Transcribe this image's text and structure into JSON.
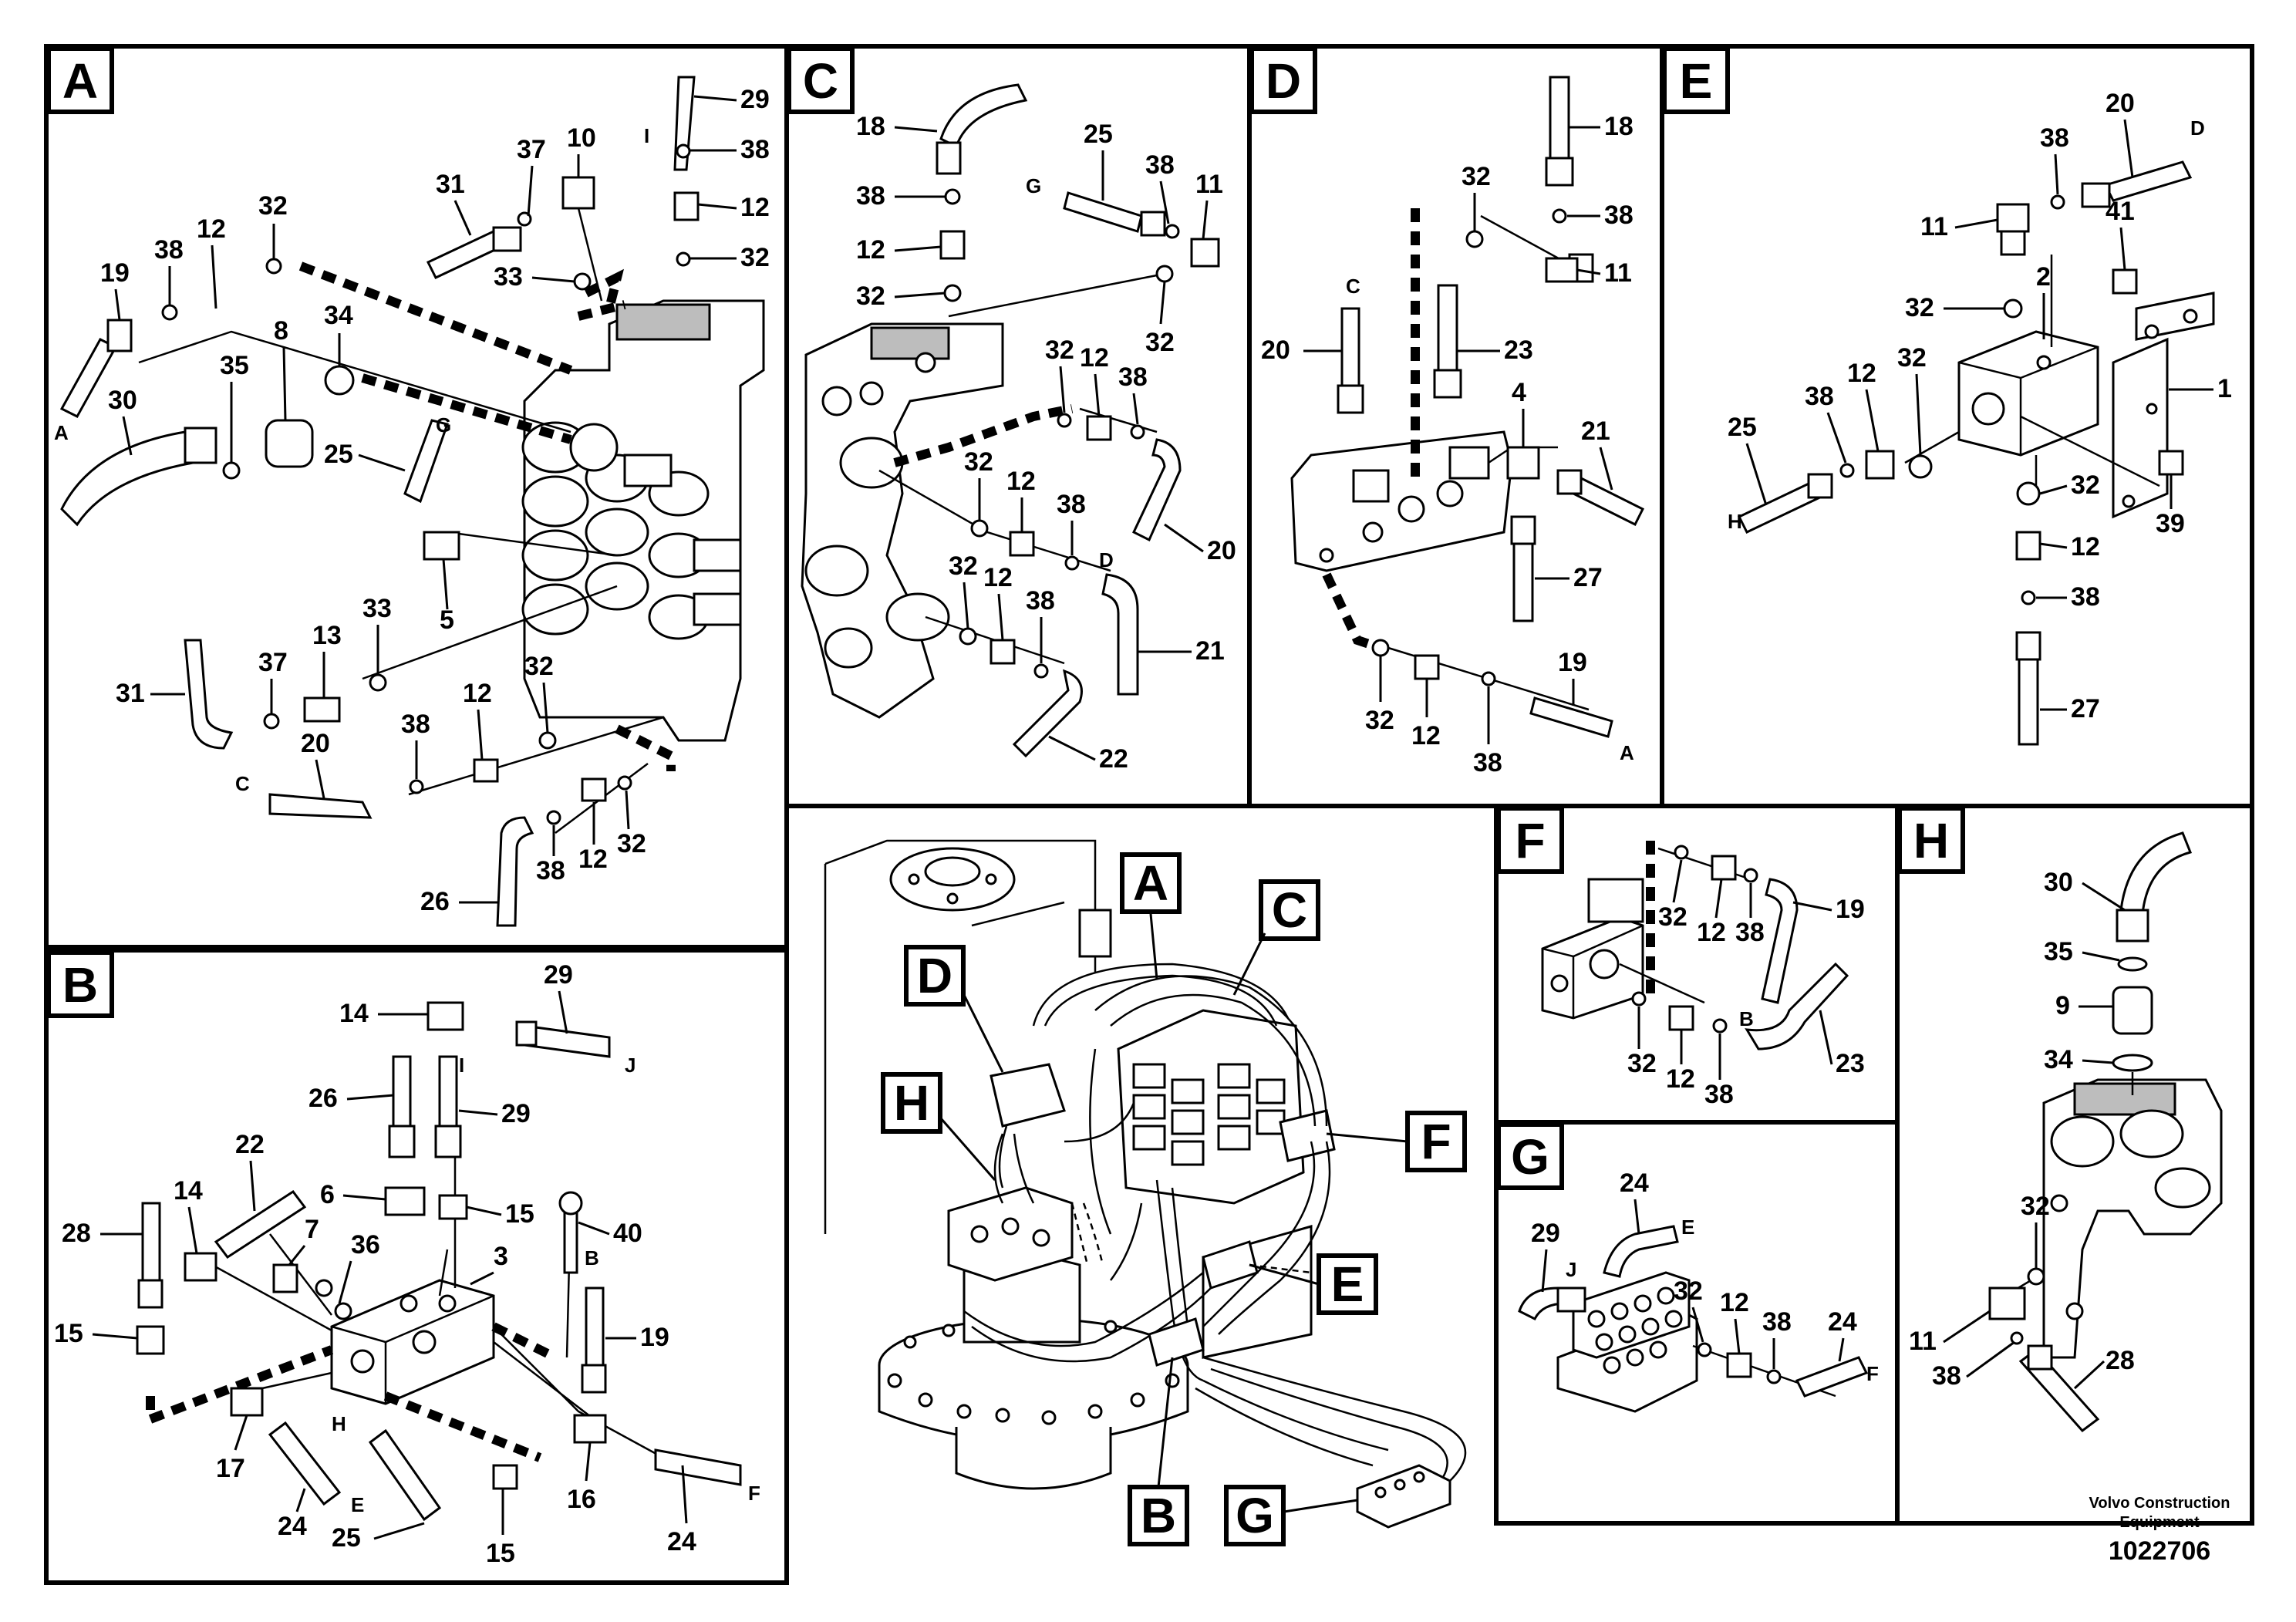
{
  "diagram": {
    "credit": {
      "line1": "Volvo Construction",
      "line2": "Equipment",
      "doc_number": "1022706"
    },
    "detail_tags": {
      "A": "A",
      "B": "B",
      "C": "C",
      "D": "D",
      "E": "E",
      "F": "F",
      "G": "G",
      "H": "H"
    },
    "overview_tags": [
      "A",
      "B",
      "C",
      "D",
      "E",
      "F",
      "G",
      "H"
    ],
    "callouts": {
      "A": [
        {
          "label": "29"
        },
        {
          "label": "38"
        },
        {
          "label": "12"
        },
        {
          "label": "32"
        },
        {
          "label": "37"
        },
        {
          "label": "10"
        },
        {
          "label": "31"
        },
        {
          "label": "33"
        },
        {
          "label": "12"
        },
        {
          "label": "32"
        },
        {
          "label": "19"
        },
        {
          "label": "38"
        },
        {
          "label": "30"
        },
        {
          "label": "35"
        },
        {
          "label": "8"
        },
        {
          "label": "34"
        },
        {
          "label": "25"
        },
        {
          "label": "5"
        },
        {
          "label": "31"
        },
        {
          "label": "37"
        },
        {
          "label": "13"
        },
        {
          "label": "33"
        },
        {
          "label": "20"
        },
        {
          "label": "38"
        },
        {
          "label": "12"
        },
        {
          "label": "32"
        },
        {
          "label": "26"
        },
        {
          "label": "38"
        },
        {
          "label": "12"
        },
        {
          "label": "32"
        }
      ],
      "A_letters": [
        "I",
        "A",
        "G",
        "C"
      ],
      "B": [
        {
          "label": "29"
        },
        {
          "label": "14"
        },
        {
          "label": "26"
        },
        {
          "label": "29"
        },
        {
          "label": "22"
        },
        {
          "label": "28"
        },
        {
          "label": "14"
        },
        {
          "label": "6"
        },
        {
          "label": "15"
        },
        {
          "label": "40"
        },
        {
          "label": "7"
        },
        {
          "label": "36"
        },
        {
          "label": "3"
        },
        {
          "label": "19"
        },
        {
          "label": "15"
        },
        {
          "label": "17"
        },
        {
          "label": "24"
        },
        {
          "label": "25"
        },
        {
          "label": "15"
        },
        {
          "label": "16"
        },
        {
          "label": "24"
        }
      ],
      "B_letters": [
        "J",
        "I",
        "B",
        "H",
        "E",
        "F"
      ],
      "C": [
        {
          "label": "18"
        },
        {
          "label": "25"
        },
        {
          "label": "38"
        },
        {
          "label": "11"
        },
        {
          "label": "38"
        },
        {
          "label": "12"
        },
        {
          "label": "32"
        },
        {
          "label": "32"
        },
        {
          "label": "32"
        },
        {
          "label": "12"
        },
        {
          "label": "38"
        },
        {
          "label": "32"
        },
        {
          "label": "12"
        },
        {
          "label": "38"
        },
        {
          "label": "20"
        },
        {
          "label": "32"
        },
        {
          "label": "12"
        },
        {
          "label": "38"
        },
        {
          "label": "21"
        },
        {
          "label": "22"
        }
      ],
      "C_letters": [
        "G",
        "D"
      ],
      "D": [
        {
          "label": "18"
        },
        {
          "label": "32"
        },
        {
          "label": "38"
        },
        {
          "label": "11"
        },
        {
          "label": "20"
        },
        {
          "label": "23"
        },
        {
          "label": "4"
        },
        {
          "label": "21"
        },
        {
          "label": "27"
        },
        {
          "label": "19"
        },
        {
          "label": "32"
        },
        {
          "label": "12"
        },
        {
          "label": "38"
        }
      ],
      "D_letters": [
        "C",
        "A"
      ],
      "E": [
        {
          "label": "20"
        },
        {
          "label": "38"
        },
        {
          "label": "11"
        },
        {
          "label": "41"
        },
        {
          "label": "32"
        },
        {
          "label": "2"
        },
        {
          "label": "12"
        },
        {
          "label": "32"
        },
        {
          "label": "38"
        },
        {
          "label": "25"
        },
        {
          "label": "1"
        },
        {
          "label": "32"
        },
        {
          "label": "39"
        },
        {
          "label": "12"
        },
        {
          "label": "38"
        },
        {
          "label": "27"
        }
      ],
      "E_letters": [
        "D",
        "H"
      ],
      "F": [
        {
          "label": "32"
        },
        {
          "label": "12"
        },
        {
          "label": "38"
        },
        {
          "label": "19"
        },
        {
          "label": "23"
        },
        {
          "label": "32"
        },
        {
          "label": "12"
        },
        {
          "label": "38"
        }
      ],
      "F_letters": [
        "B"
      ],
      "G": [
        {
          "label": "24"
        },
        {
          "label": "29"
        },
        {
          "label": "32"
        },
        {
          "label": "12"
        },
        {
          "label": "38"
        },
        {
          "label": "24"
        }
      ],
      "G_letters": [
        "E",
        "J",
        "F"
      ],
      "H": [
        {
          "label": "30"
        },
        {
          "label": "35"
        },
        {
          "label": "9"
        },
        {
          "label": "34"
        },
        {
          "label": "32"
        },
        {
          "label": "11"
        },
        {
          "label": "38"
        },
        {
          "label": "28"
        }
      ]
    }
  }
}
